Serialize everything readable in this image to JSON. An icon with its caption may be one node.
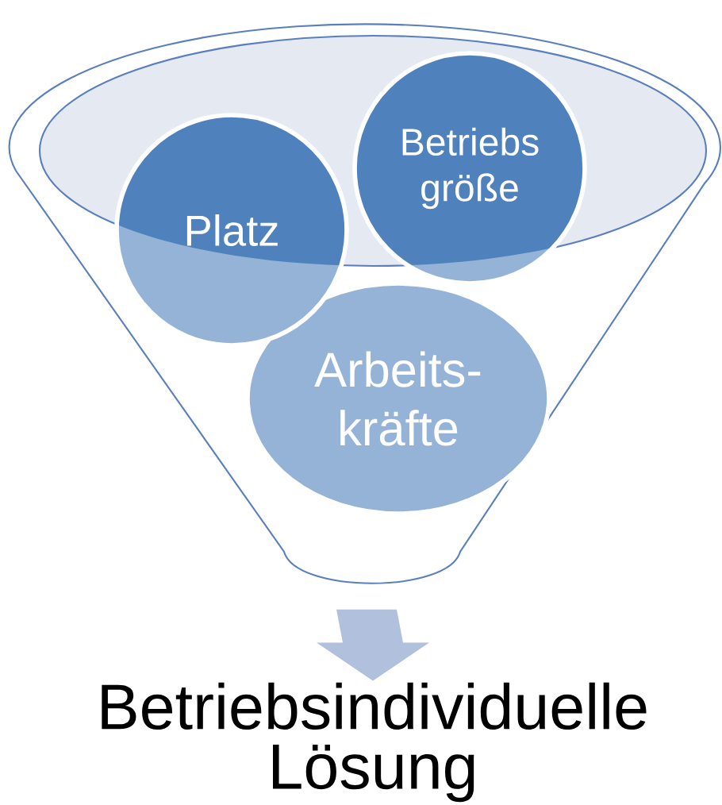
{
  "diagram": {
    "nodes": [
      {
        "text": [],
        "shape": "funnel"
      },
      {
        "text": [
          "Platz"
        ],
        "in": 0
      },
      {
        "text": [
          "Betriebs größe"
        ],
        "in": 0
      },
      {
        "text": [
          "Arbeits- kräfte"
        ],
        "in": 0
      },
      {
        "text": [
          "Betriebsindividuelle Lösung"
        ]
      }
    ],
    "edges": [
      {
        "from": 0,
        "to": 4,
        "arrow": "to"
      }
    ]
  }
}
